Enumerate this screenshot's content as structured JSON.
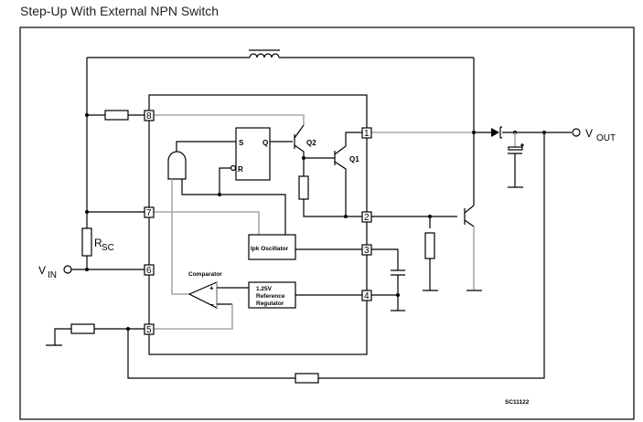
{
  "title": "Step-Up With External NPN Switch",
  "pins": {
    "p1": "1",
    "p2": "2",
    "p3": "3",
    "p4": "4",
    "p5": "5",
    "p6": "6",
    "p7": "7",
    "p8": "8"
  },
  "blocks": {
    "flipflop_s": "S",
    "flipflop_q": "Q",
    "flipflop_r": "R",
    "q2": "Q2",
    "q1": "Q1",
    "oscillator": "Ipk  Oscillator",
    "comparator": "Comparator",
    "comp_plus": "+",
    "comp_minus": "−",
    "reference_line1": "1.25V",
    "reference_line2": "Reference",
    "reference_line3": "Regulator"
  },
  "labels": {
    "vin_main": "V",
    "vin_sub": "IN",
    "vout_main": "V",
    "vout_sub": "OUT",
    "rsc_main": "R",
    "rsc_sub": "SC",
    "figure_code": "SC11122"
  }
}
